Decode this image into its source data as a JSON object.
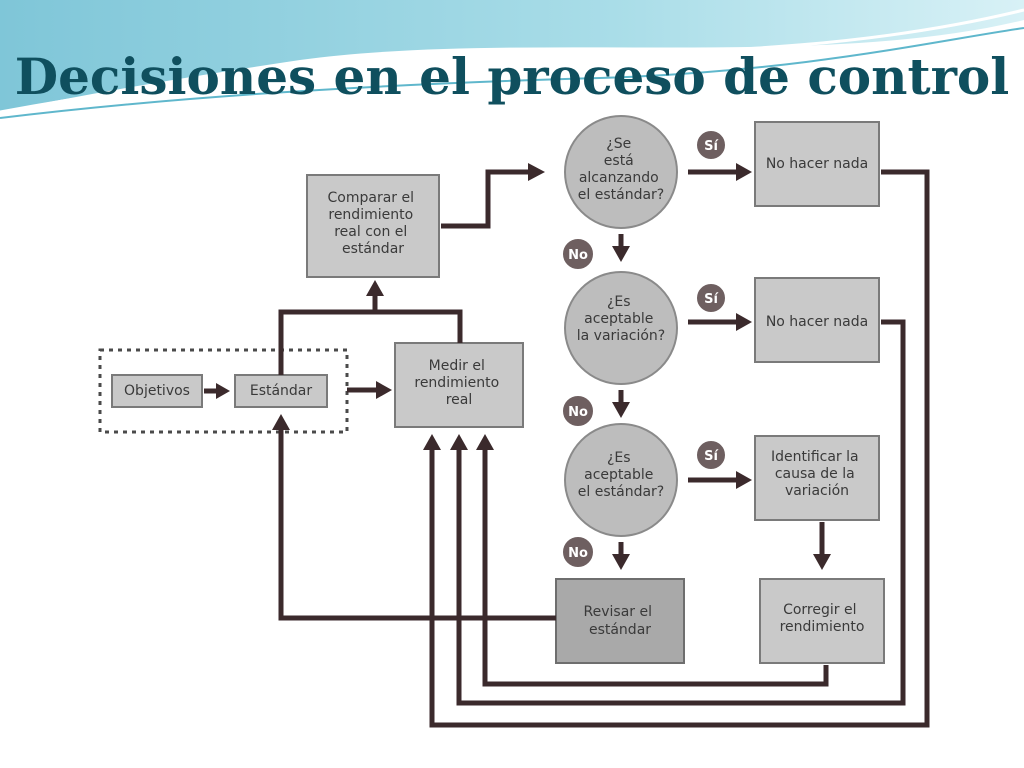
{
  "title": "Decisiones en el proceso de control",
  "nodes": {
    "objetivos": [
      "Objetivos"
    ],
    "estandar": [
      "Estándar"
    ],
    "comparar": [
      "Comparar el",
      "rendimiento",
      "real con el",
      "estándar"
    ],
    "medir": [
      "Medir el",
      "rendimiento",
      "real"
    ],
    "q1": [
      "¿Se",
      "está",
      "alcanzando",
      "el estándar?"
    ],
    "q2": [
      "¿Es",
      "aceptable",
      "la variación?"
    ],
    "q3": [
      "¿Es",
      "aceptable",
      "el estándar?"
    ],
    "nada1": [
      "No hacer nada"
    ],
    "nada2": [
      "No hacer nada"
    ],
    "identificar": [
      "Identificar la",
      "causa de la",
      "variación"
    ],
    "revisar": [
      "Revisar el",
      "estándar"
    ],
    "corregir": [
      "Corregir el",
      "rendimiento"
    ]
  },
  "badges": {
    "si": "Sí",
    "no": "No"
  }
}
